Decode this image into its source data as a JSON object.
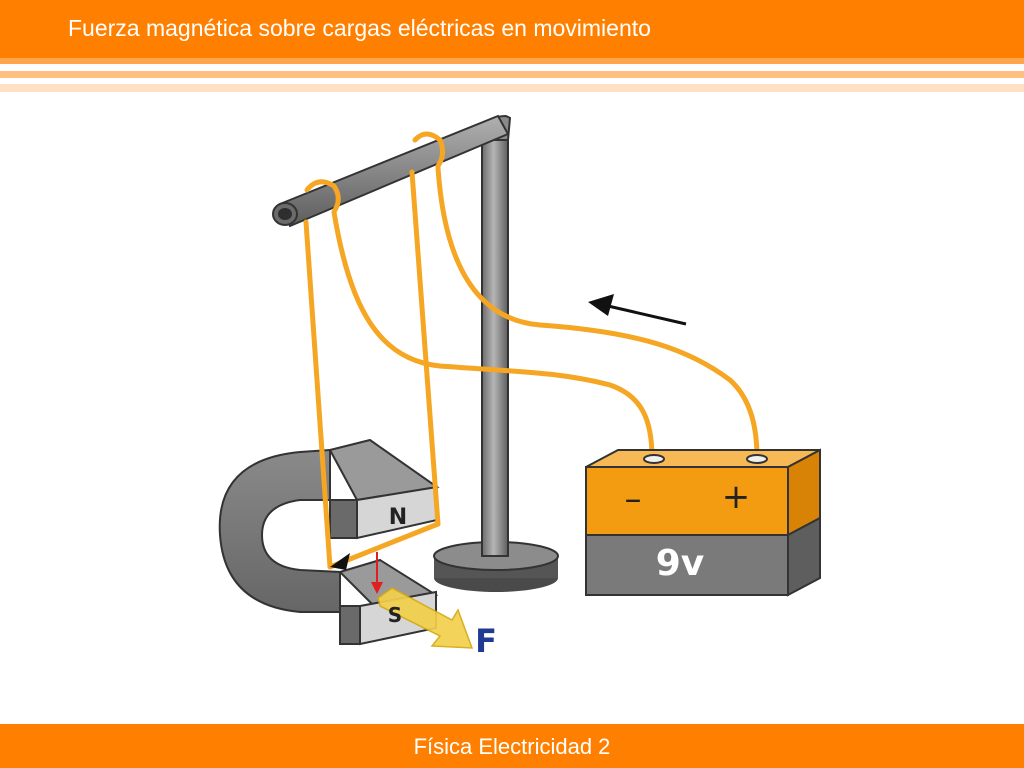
{
  "header": {
    "title": "Fuerza magnética sobre cargas eléctricas en movimiento"
  },
  "footer": {
    "text": "Física Electricidad 2"
  },
  "diagram": {
    "magnet": {
      "north_label": "N",
      "south_label": "S"
    },
    "battery": {
      "negative_label": "–",
      "positive_label": "+",
      "voltage_label": "9v"
    },
    "force_label": "F"
  },
  "colors": {
    "brand_orange": "#ff8000",
    "wire": "#f5a623",
    "battery_top": "#f39c12",
    "battery_bottom": "#7a7a7a",
    "force_arrow": "#f2d04b",
    "force_label": "#1f3a93",
    "current_arrow": "#e02020"
  }
}
